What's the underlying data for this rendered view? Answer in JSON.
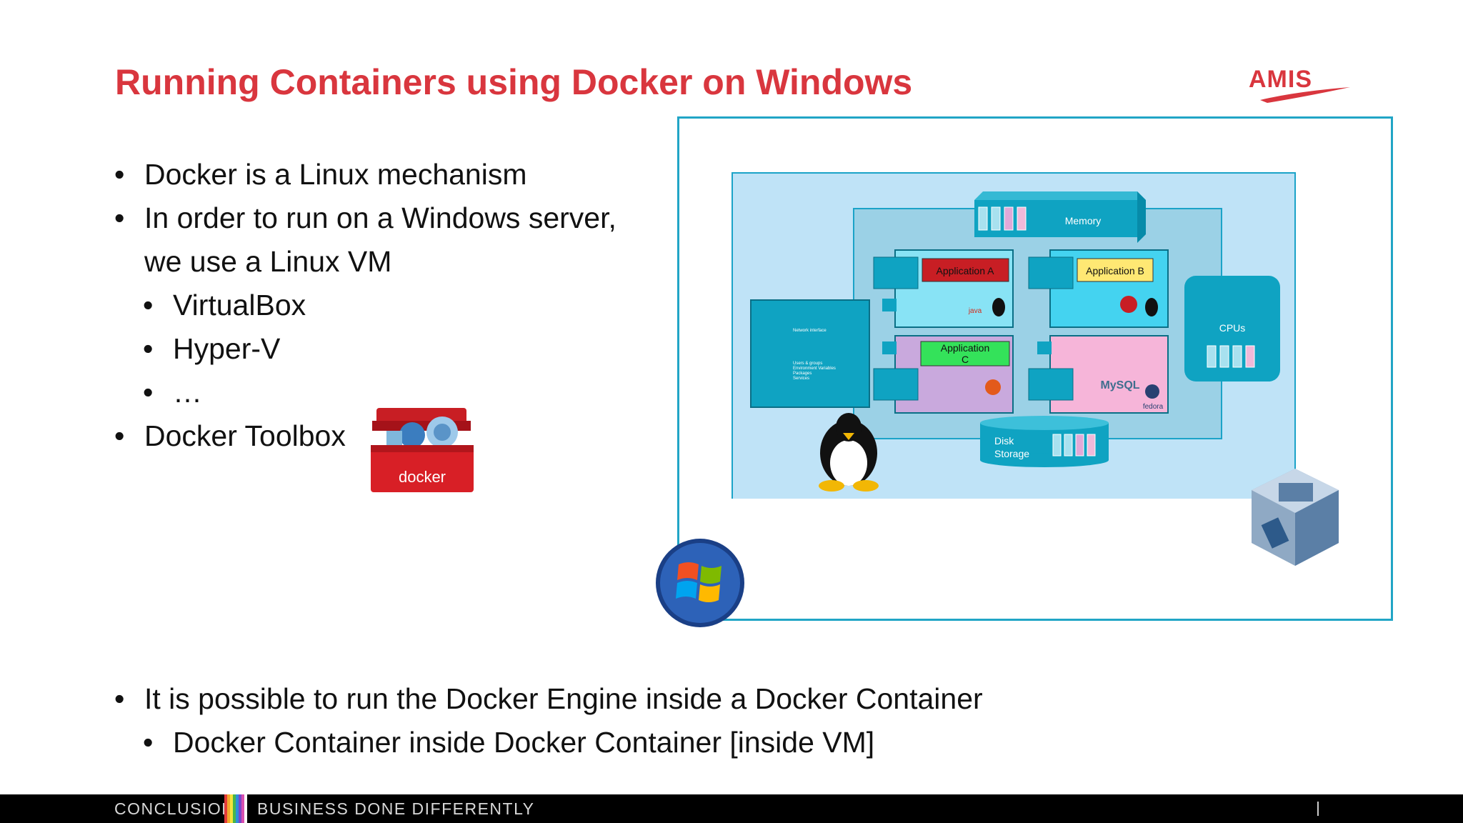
{
  "slide": {
    "title": "Running Containers using Docker on Windows",
    "logo_text": "AMIS",
    "bullets": [
      {
        "text": "Docker is a Linux mechanism"
      },
      {
        "text": "In order to run on a Windows server,"
      },
      {
        "text": "we use a Linux VM"
      },
      {
        "text": "VirtualBox"
      },
      {
        "text": "Hyper-V"
      },
      {
        "text": "…"
      },
      {
        "text": "Docker Toolbox"
      }
    ],
    "bottom_bullets": [
      {
        "text": "It is possible to run the Docker Engine inside a Docker Container"
      },
      {
        "text": "Docker Container inside Docker Container [inside VM]"
      }
    ],
    "toolbox_label": "docker"
  },
  "diagram": {
    "memory": "Memory",
    "cpus": "CPUs",
    "disk_line1": "Disk",
    "disk_line2": "Storage",
    "app_a": "Application A",
    "app_b": "Application B",
    "app_c_line1": "Application",
    "app_c_line2": "C",
    "java": "java",
    "mysql": "MySQL",
    "fedora": "fedora",
    "network_label": "Network interface",
    "users_label": "Users & groups",
    "env_label": "Environment Variables",
    "packages_label": "Packages",
    "services_label": "Services"
  },
  "footer": {
    "section": "CONCLUSION",
    "tagline": "BUSINESS DONE DIFFERENTLY"
  },
  "colors": {
    "title": "#d9363e",
    "frame": "#21a5c6",
    "teal": "#0fa3c2",
    "app_a": "#c81e24",
    "app_b": "#ffe873",
    "app_c": "#34e25a"
  }
}
